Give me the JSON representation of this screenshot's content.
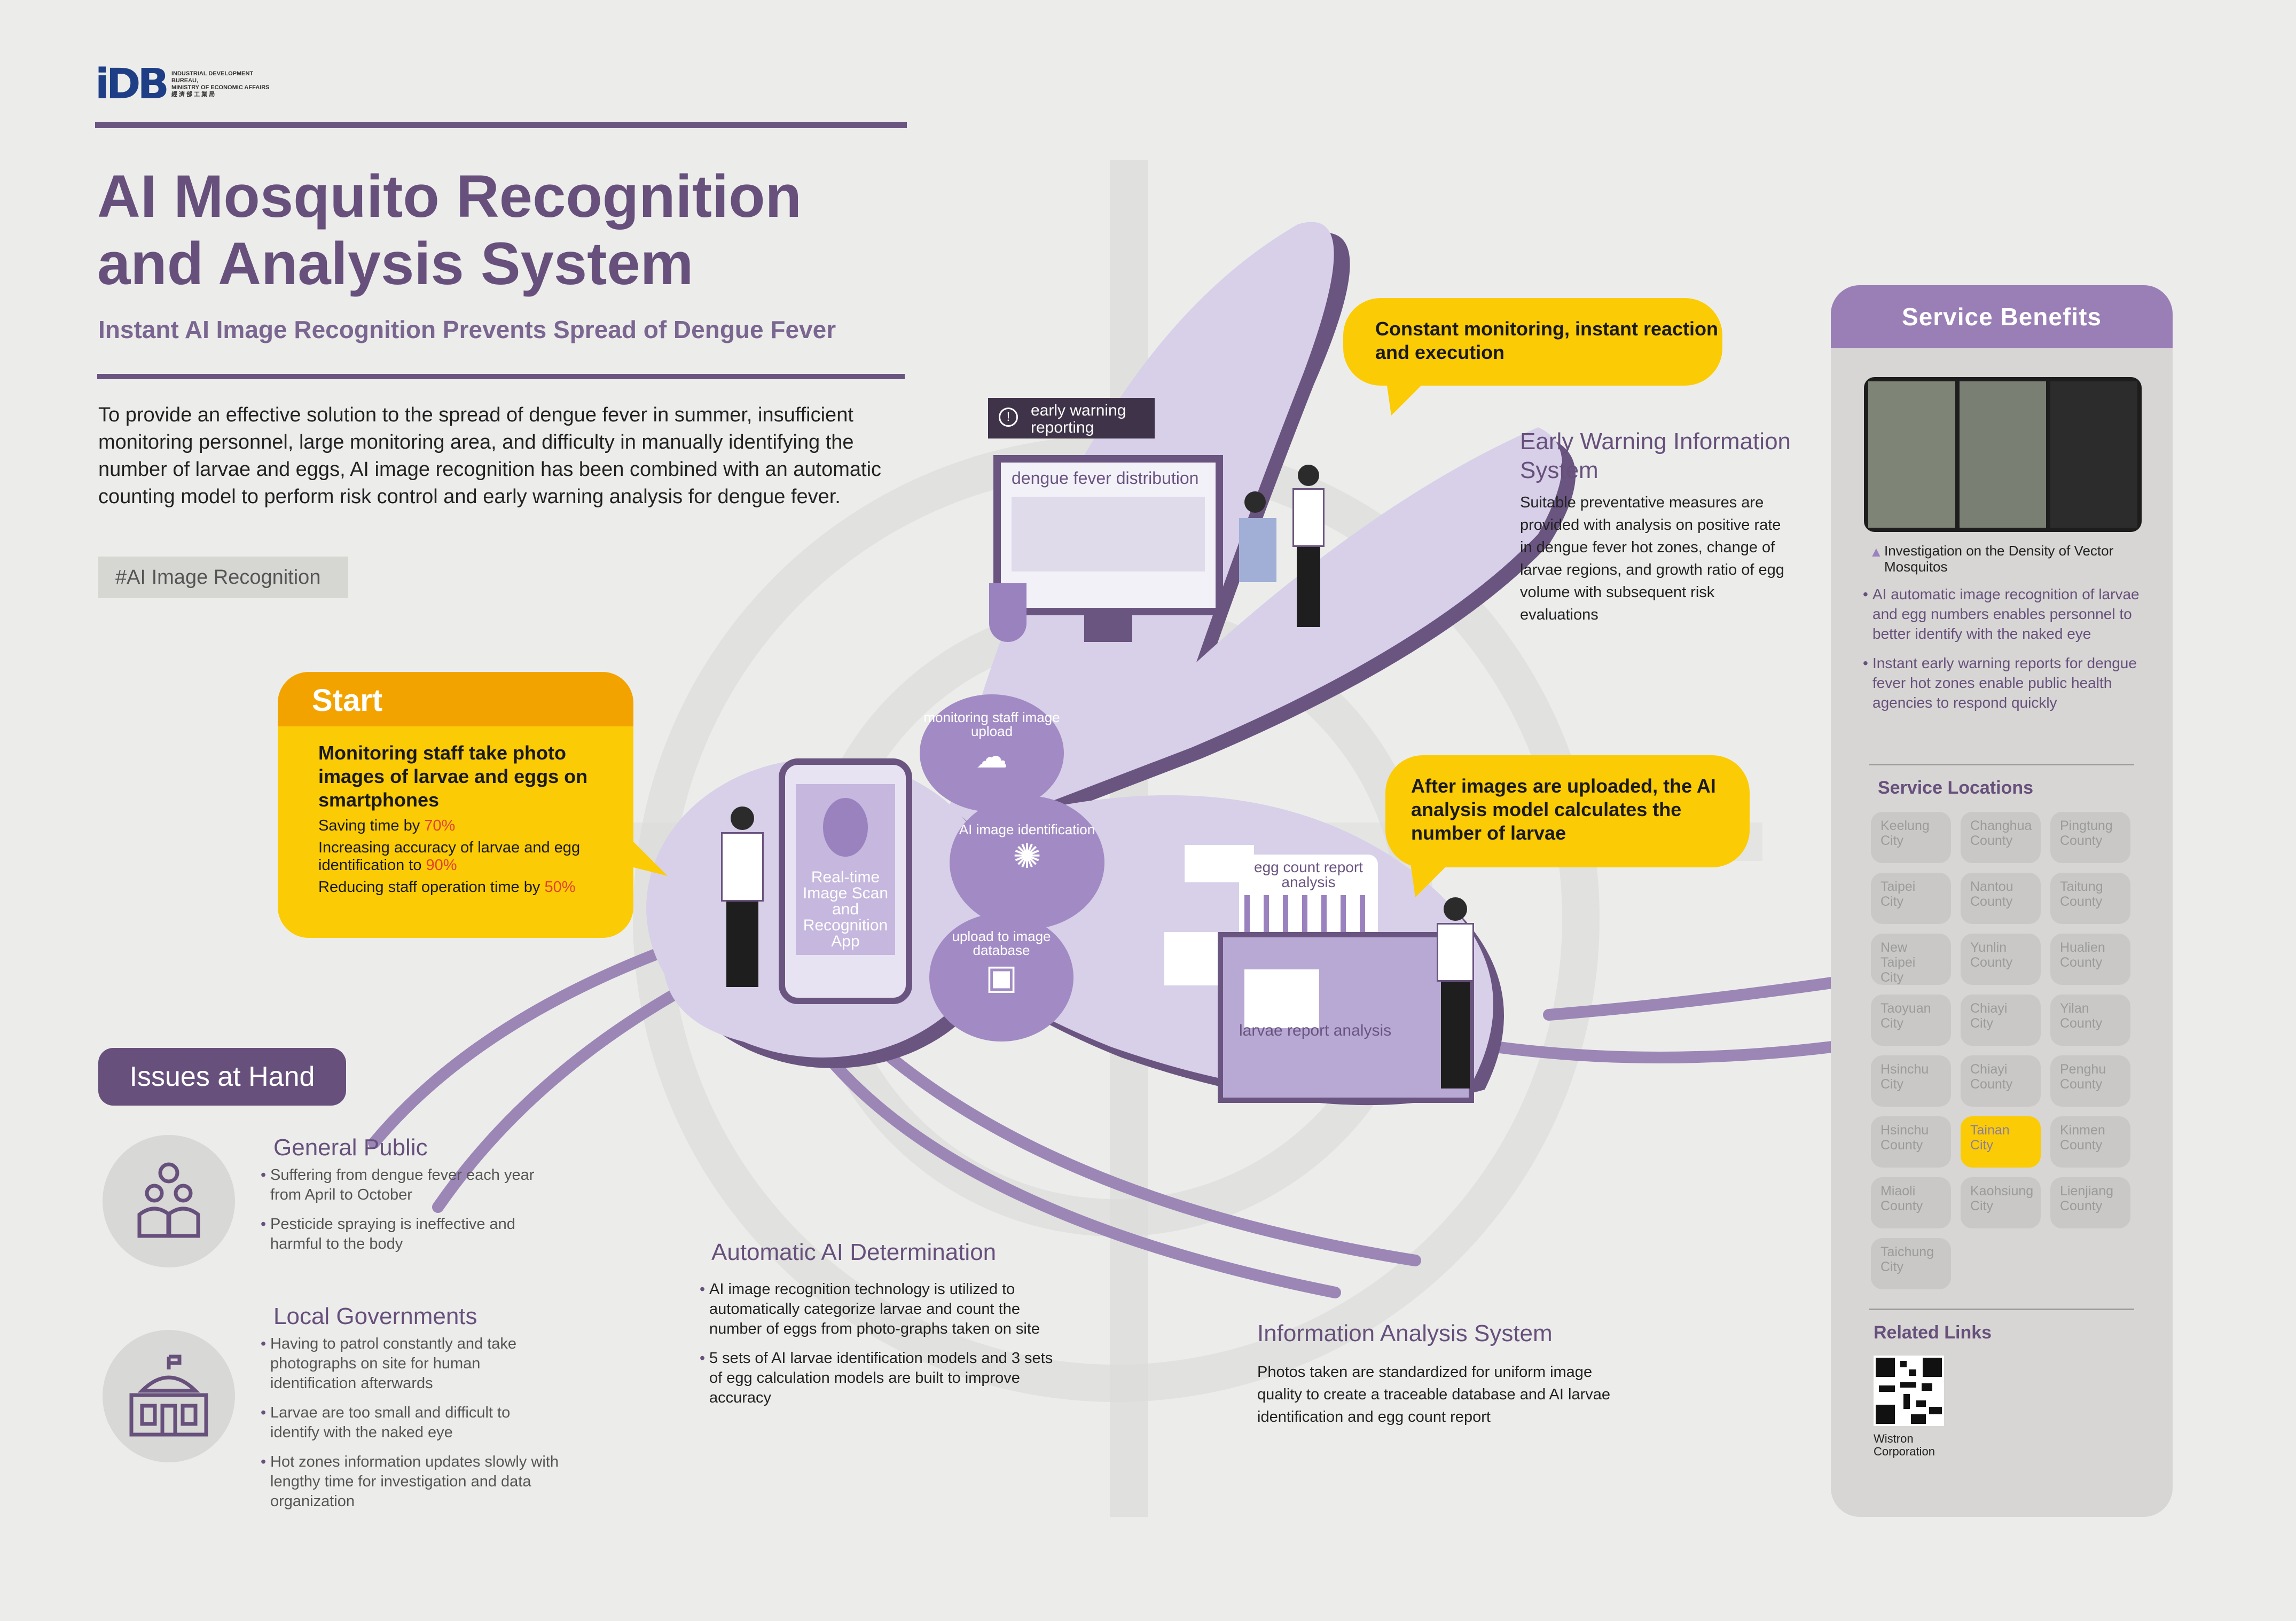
{
  "header": {
    "logo_mark": "iDB",
    "logo_line1": "INDUSTRIAL DEVELOPMENT BUREAU,",
    "logo_line2": "MINISTRY OF ECONOMIC AFFAIRS",
    "logo_line3": "經 濟 部 工 業 局"
  },
  "title": "AI Mosquito Recognition\nand Analysis System",
  "subtitle": "Instant AI Image Recognition Prevents Spread of Dengue Fever",
  "intro": "To provide an effective solution to the spread of dengue fever in summer, insufficient monitoring personnel, large monitoring area, and difficulty in manually identifying the number of larvae and eggs, AI image recognition has been combined with an automatic counting model to perform risk control and early warning analysis for dengue fever.",
  "tag": "#AI Image Recognition",
  "start": {
    "label": "Start",
    "heading": "Monitoring staff take photo images of larvae and eggs on smartphones",
    "items": [
      {
        "text": "Saving time by ",
        "value": "70%"
      },
      {
        "text": "Increasing accuracy of larvae and egg identification to ",
        "value": "90%"
      },
      {
        "text": "Reducing staff operation time by ",
        "value": "50%"
      }
    ]
  },
  "issues": {
    "label": "Issues at Hand",
    "public": {
      "title": "General Public",
      "items": [
        "Suffering from dengue fever each year from April to October",
        "Pesticide spraying is ineffective and harmful to the body"
      ]
    },
    "gov": {
      "title": "Local Governments",
      "items": [
        "Having to patrol constantly and take photographs on site for human identification afterwards",
        "Larvae are too small and difficult to identify with the naked eye",
        "Hot zones information updates slowly with lengthy time for investigation and data organization"
      ]
    }
  },
  "auto": {
    "title": "Automatic AI Determination",
    "items": [
      "AI image recognition technology is utilized to automatically categorize larvae and count the number of eggs from photo-graphs taken on site",
      "5 sets of AI larvae identification models and 3 sets of egg calculation models are built to improve accuracy"
    ]
  },
  "info": {
    "title": "Information Analysis System",
    "text": "Photos taken are standardized for uniform image quality to create a traceable database and AI larvae identification and egg count report"
  },
  "early": {
    "title": "Early Warning Information System",
    "text": "Suitable preventative measures are provided with analysis on positive rate in dengue fever hot zones, change of larvae regions, and growth ratio of egg volume with subsequent risk evaluations"
  },
  "bubbles": {
    "monitor": "Constant monitoring, instant reaction and execution",
    "upload": "After images are uploaded, the AI analysis model calculates the number of larvae"
  },
  "diagram": {
    "early_warning_tag": "early warning reporting",
    "dengue_map": "dengue fever distribution",
    "app": "Real-time Image Scan and Recognition App",
    "step1": "monitoring staff image upload",
    "step2": "AI image identification",
    "step3": "upload to image database",
    "egg_report": "egg count report analysis",
    "larvae_report": "larvae report analysis"
  },
  "panel": {
    "title": "Service Benefits",
    "caption": "Investigation on the Density of Vector Mosquitos",
    "benefits": [
      "AI automatic image recognition of larvae and egg numbers enables personnel to better identify with the naked eye",
      "Instant early warning reports for dengue fever hot zones enable public health agencies to respond quickly"
    ],
    "locations_title": "Service Locations",
    "locations": [
      "Keelung City",
      "Changhua County",
      "Pingtung County",
      "Taipei City",
      "Nantou County",
      "Taitung County",
      "New Taipei City",
      "Yunlin County",
      "Hualien County",
      "Taoyuan City",
      "Chiayi City",
      "Yilan County",
      "Hsinchu City",
      "Chiayi County",
      "Penghu County",
      "Hsinchu County",
      "Tainan City",
      "Kinmen County",
      "Miaoli County",
      "Kaohsiung City",
      "Lienjiang County",
      "Taichung City"
    ],
    "active_location": "Tainan City",
    "links_title": "Related Links",
    "link_name": "Wistron Corporation"
  },
  "colors": {
    "purple": "#67507c",
    "yellow": "#fbcb06",
    "orange": "#f3a300",
    "lavender": "#d9d2ea"
  }
}
